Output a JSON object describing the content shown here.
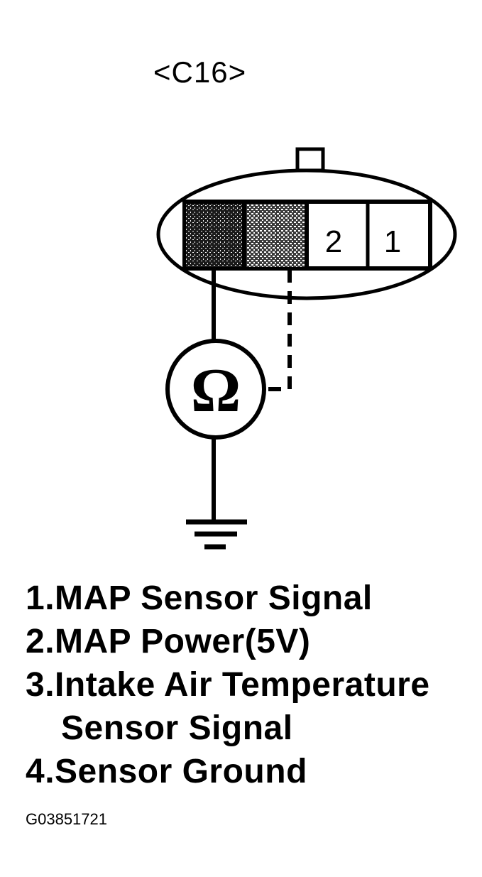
{
  "connector": {
    "title": "<C16>",
    "pins": [
      {
        "number": "2",
        "label": "2"
      },
      {
        "number": "1",
        "label": "1"
      }
    ]
  },
  "meter": {
    "symbol": "Ω",
    "icon": "ohmmeter-icon"
  },
  "legend": [
    {
      "lines": [
        "1.MAP Sensor Signal"
      ]
    },
    {
      "lines": [
        "2.MAP Power(5V)"
      ]
    },
    {
      "lines": [
        "3.Intake Air Temperature",
        "Sensor Signal"
      ]
    },
    {
      "lines": [
        "4.Sensor Ground"
      ]
    }
  ],
  "figure_code": "G03851721"
}
